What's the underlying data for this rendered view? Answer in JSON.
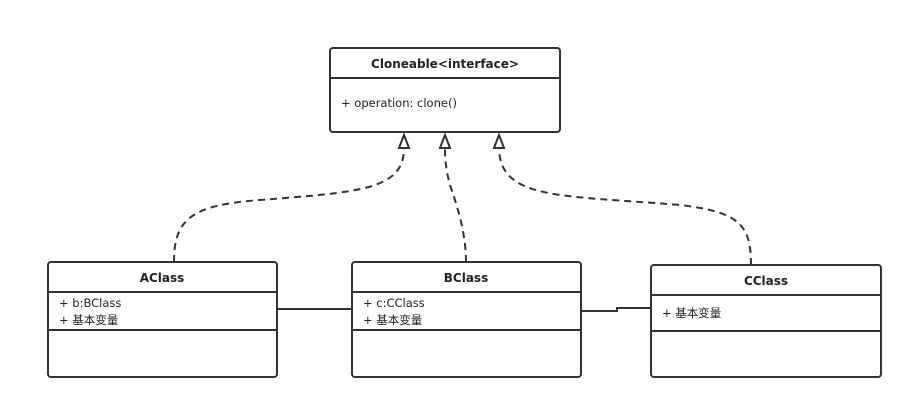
{
  "classes": {
    "cloneable": {
      "title": "Cloneable<interface>",
      "operations": [
        "+ operation: clone()"
      ]
    },
    "aclass": {
      "title": "AClass",
      "attributes": [
        "+ b:BClass",
        "+ 基本变量"
      ]
    },
    "bclass": {
      "title": "BClass",
      "attributes": [
        "+ c:CClass",
        "+ 基本变量"
      ]
    },
    "cclass": {
      "title": "CClass",
      "attributes": [
        "+ 基本变量"
      ]
    }
  },
  "relations": [
    {
      "from": "AClass",
      "to": "Cloneable<interface>",
      "type": "realization"
    },
    {
      "from": "BClass",
      "to": "Cloneable<interface>",
      "type": "realization"
    },
    {
      "from": "CClass",
      "to": "Cloneable<interface>",
      "type": "realization"
    },
    {
      "from": "AClass",
      "to": "BClass",
      "type": "association"
    },
    {
      "from": "BClass",
      "to": "CClass",
      "type": "association"
    }
  ]
}
